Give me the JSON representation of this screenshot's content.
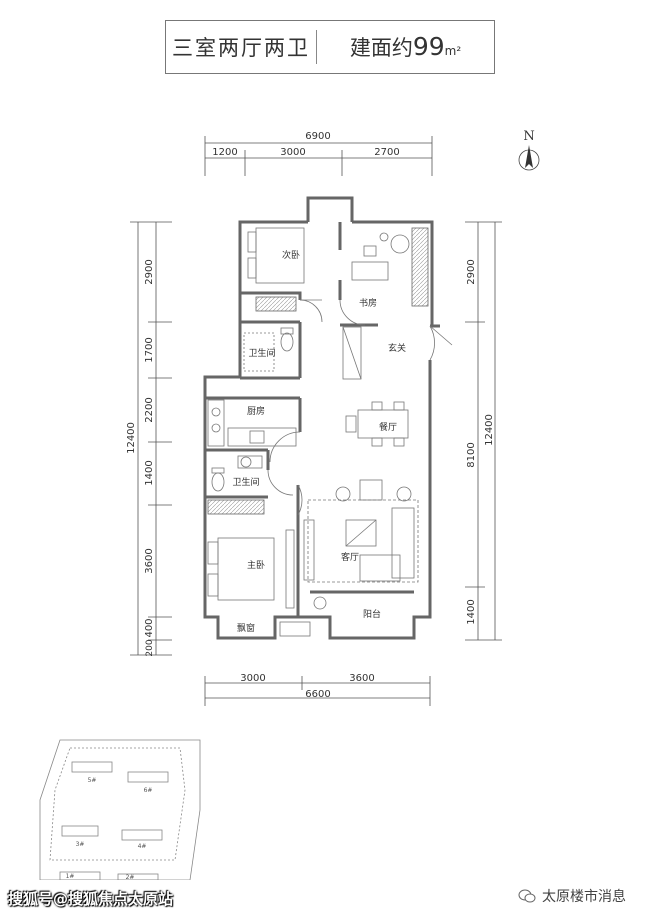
{
  "header": {
    "layout_label": "三室两厅两卫",
    "area_prefix": "建面约",
    "area_value": "99",
    "area_unit": "m²"
  },
  "compass": {
    "label": "N"
  },
  "dimensions": {
    "top_total": "6900",
    "top_segments": [
      "1200",
      "3000",
      "2700"
    ],
    "bottom_segments": [
      "3000",
      "3600"
    ],
    "bottom_total": "6600",
    "left_segments": [
      "2900",
      "1700",
      "2200",
      "1400",
      "3600",
      "400",
      "200"
    ],
    "left_total": "12400",
    "right_segments": [
      "2900",
      "8100",
      "1400"
    ],
    "right_total": "12400"
  },
  "rooms": {
    "second_bedroom": "次卧",
    "study": "书房",
    "bathroom_1": "卫生间",
    "entrance": "玄关",
    "kitchen": "厨房",
    "dining": "餐厅",
    "bathroom_2": "卫生间",
    "living": "客厅",
    "master_bedroom": "主卧",
    "bay_window": "飘窗",
    "balcony": "阳台"
  },
  "site_plan": {
    "building_labels": [
      "5#",
      "6#",
      "3#",
      "4#",
      "1#",
      "2#"
    ]
  },
  "footer": {
    "watermark": "搜狐号@搜狐焦点太原站",
    "source": "太原楼市消息"
  }
}
